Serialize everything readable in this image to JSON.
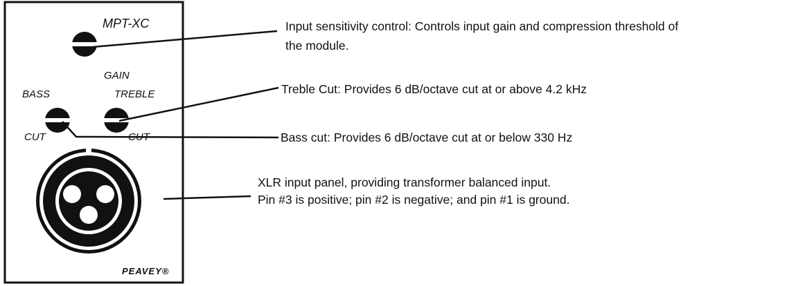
{
  "panel": {
    "model": "MPT-XC",
    "labels": {
      "gain": "GAIN",
      "bass": "BASS",
      "treble": "TREBLE",
      "bass_cut": "CUT",
      "treble_cut": "CUT"
    },
    "brand": "PEAVEY®"
  },
  "annotations": {
    "gain": {
      "line1": "Input sensitivity control: Controls input gain and compression threshold of",
      "line2": "the module."
    },
    "treble": {
      "line1": "Treble Cut: Provides 6 dB/octave cut at or above 4.2 kHz"
    },
    "bass": {
      "line1": "Bass cut: Provides 6 dB/octave cut at or below 330 Hz"
    },
    "xlr": {
      "line1": "XLR input panel, providing transformer balanced input.",
      "line2": "Pin #3 is positive; pin #2 is negative; and pin #1 is ground."
    }
  }
}
